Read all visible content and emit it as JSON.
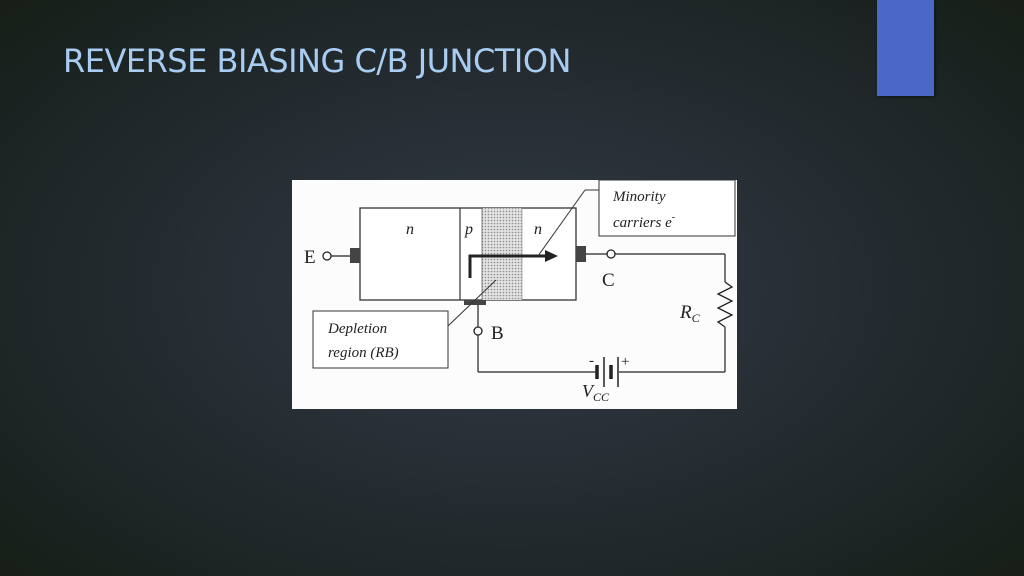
{
  "slide": {
    "title": "REVERSE BIASING C/B JUNCTION",
    "accent_color": "#4a68c8",
    "title_color": "#a9cdf2"
  },
  "diagram": {
    "region_emitter": "n",
    "region_base": "p",
    "region_collector": "n",
    "terminal_emitter": "E",
    "terminal_collector": "C",
    "terminal_base": "B",
    "callout_minority_line1": "Minority",
    "callout_minority_line2": "carriers e",
    "callout_minority_sup": "-",
    "callout_depletion_line1": "Depletion",
    "callout_depletion_line2": "region (RB)",
    "resistor_label": "R",
    "resistor_sub": "C",
    "battery_label": "V",
    "battery_sub": "CC",
    "battery_minus": "-",
    "battery_plus": "+"
  }
}
